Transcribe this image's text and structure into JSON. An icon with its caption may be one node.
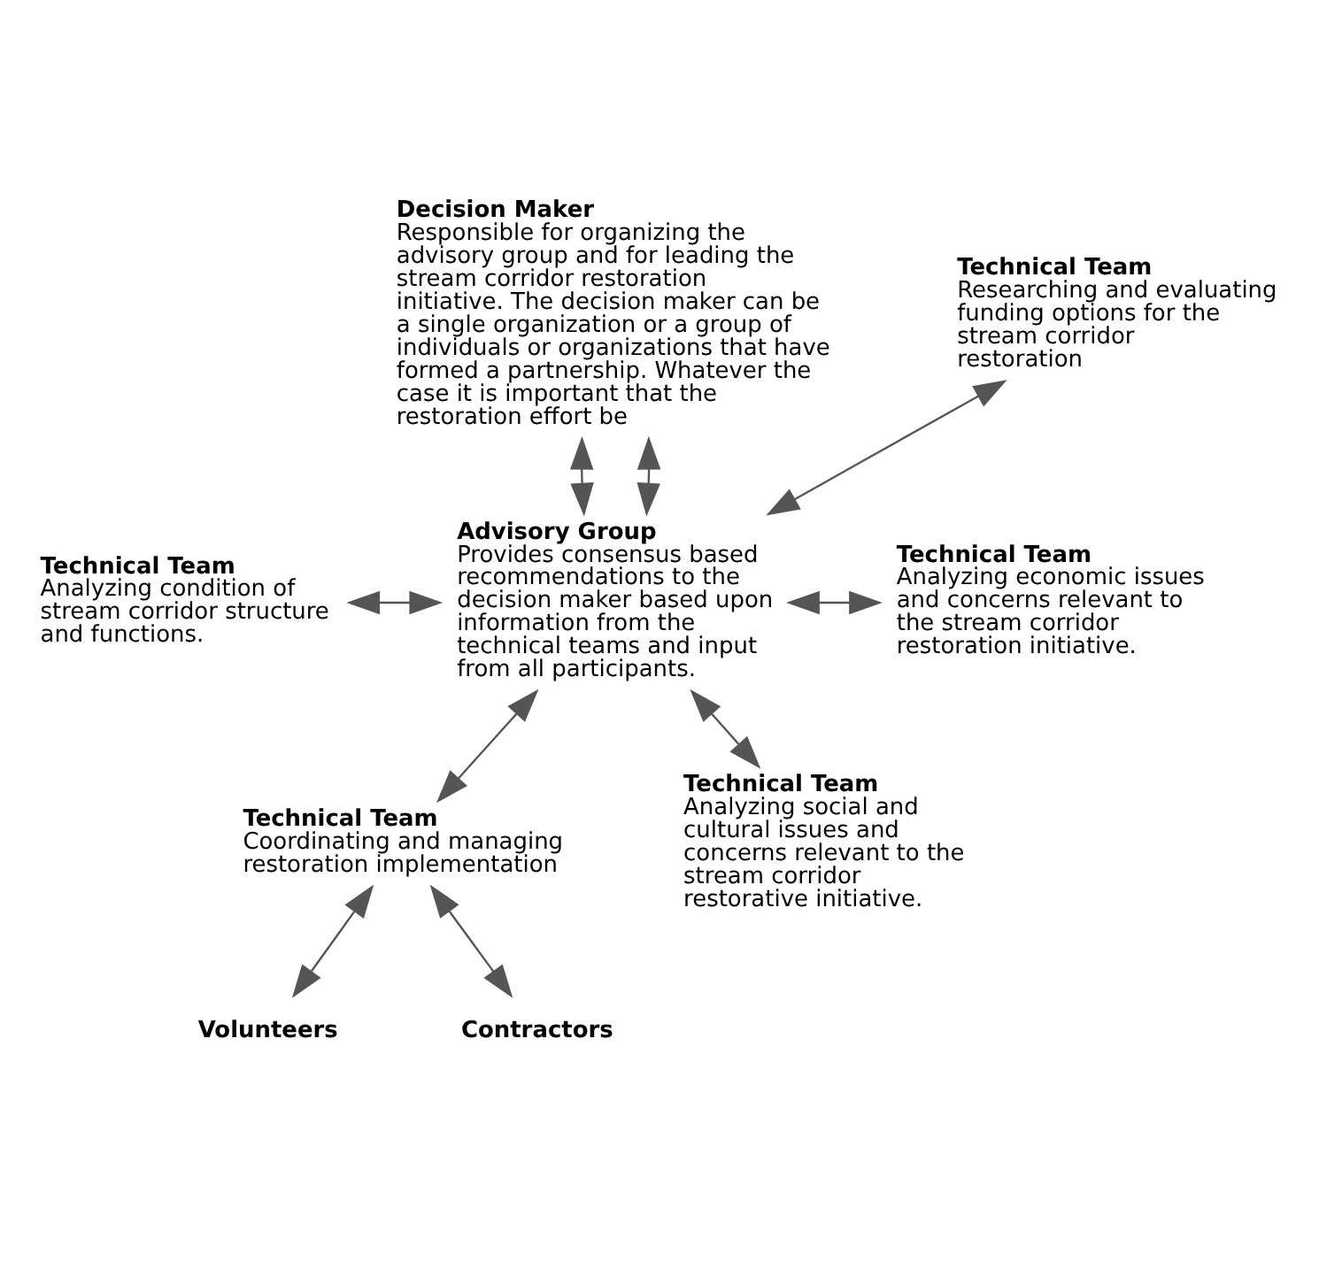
{
  "diagram": {
    "nodes": [
      {
        "text": [
          "Decision Maker",
          "Responsible for organizing the advisory group and for leading the stream corridor restoration initiative. The decision maker can be a single organization or a group of individuals or organizations that have formed a partnership. Whatever the case it is important that the restoration effort be"
        ]
      },
      {
        "text": [
          "Technical Team",
          "Researching and evaluating funding options for the stream corridor restoration"
        ]
      },
      {
        "text": [
          "Technical Team",
          "Analyzing economic issues and concerns relevant to the stream corridor restoration initiative."
        ]
      },
      {
        "text": [
          "Advisory Group",
          "Provides consensus based recommendations to the decision maker based upon information from the technical teams and input from all participants."
        ]
      },
      {
        "text": [
          "Technical Team",
          "Analyzing condition of stream corridor structure and functions."
        ]
      },
      {
        "text": [
          "Technical Team",
          "Coordinating and managing restoration implementation"
        ]
      },
      {
        "text": [
          "Technical Team",
          "Analyzing social and cultural issues and concerns relevant to the stream corridor restorative initiative."
        ]
      },
      {
        "text": [
          "Volunteers"
        ]
      },
      {
        "text": [
          "Contractors"
        ]
      }
    ],
    "edges": [
      {
        "from": 0,
        "to": 3,
        "arrow": "both"
      },
      {
        "from": 0,
        "to": 3,
        "arrow": "both"
      },
      {
        "from": 1,
        "to": 3,
        "arrow": "both"
      },
      {
        "from": 4,
        "to": 3,
        "arrow": "both"
      },
      {
        "from": 3,
        "to": 2,
        "arrow": "both"
      },
      {
        "from": 3,
        "to": 6,
        "arrow": "both"
      },
      {
        "from": 3,
        "to": 5,
        "arrow": "both"
      },
      {
        "from": 5,
        "to": 7,
        "arrow": "both"
      },
      {
        "from": 5,
        "to": 8,
        "arrow": "both"
      }
    ]
  }
}
